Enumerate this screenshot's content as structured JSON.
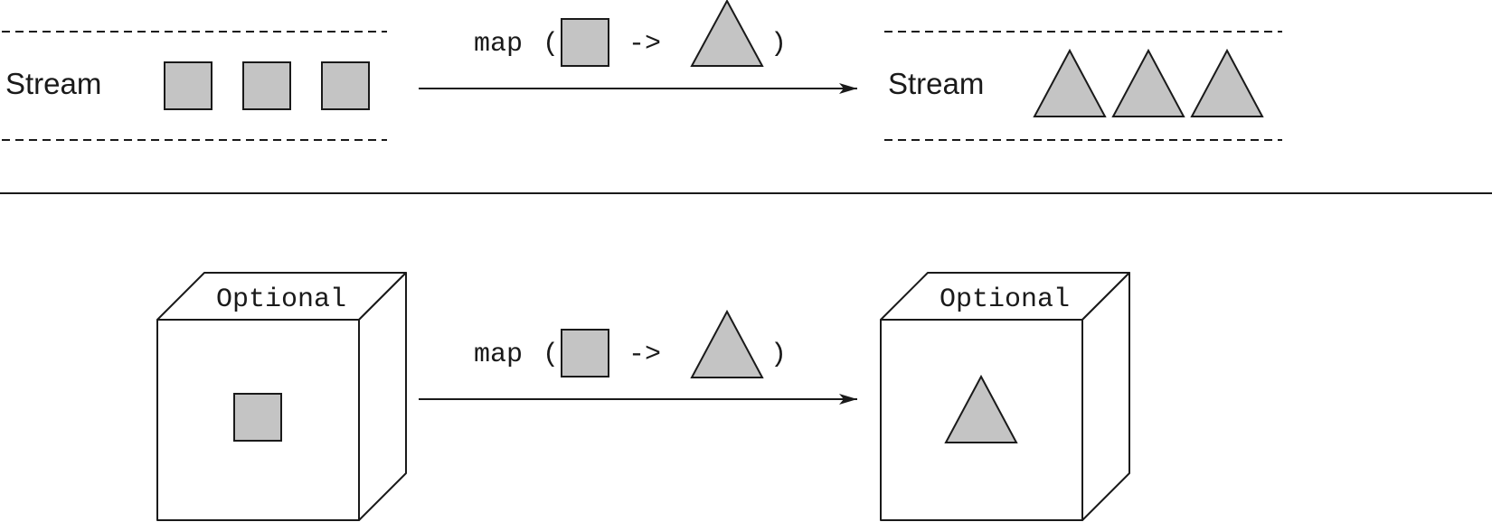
{
  "stream": {
    "input_label": "Stream",
    "output_label": "Stream"
  },
  "optional": {
    "input_label": "Optional",
    "output_label": "Optional"
  },
  "map_expression": {
    "function": "map",
    "open_paren": "(",
    "arrow": "->",
    "close_paren": ")"
  },
  "colors": {
    "shape_fill": "#c4c4c4",
    "stroke": "#1a1a1a",
    "background": "#ffffff"
  }
}
